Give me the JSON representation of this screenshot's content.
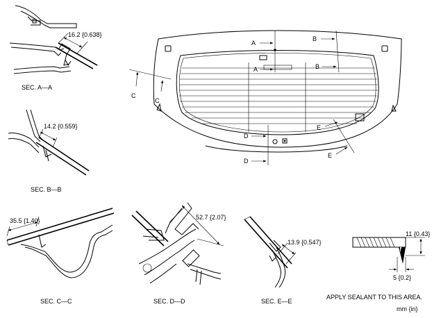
{
  "sections": {
    "aa": {
      "caption": "SEC. A—A",
      "dim": "16.2 {0.638}"
    },
    "bb": {
      "caption": "SEC. B—B",
      "dim": "14.2 {0.559}"
    },
    "cc": {
      "caption": "SEC. C—C",
      "dim": "35.5 {1.40}"
    },
    "dd": {
      "caption": "SEC. D—D",
      "dim": "52.7 {2.07}"
    },
    "ee": {
      "caption": "SEC. E—E",
      "dim": "13.9 {0.547}"
    }
  },
  "glass_markers": {
    "a": "A",
    "b": "B",
    "c": "C",
    "d": "D",
    "e": "E"
  },
  "legend": {
    "dim_height": "11 {0.43}",
    "dim_width": "5 {0.2}",
    "note": "APPLY SEALANT TO THIS AREA.",
    "unit": "mm {in}"
  }
}
